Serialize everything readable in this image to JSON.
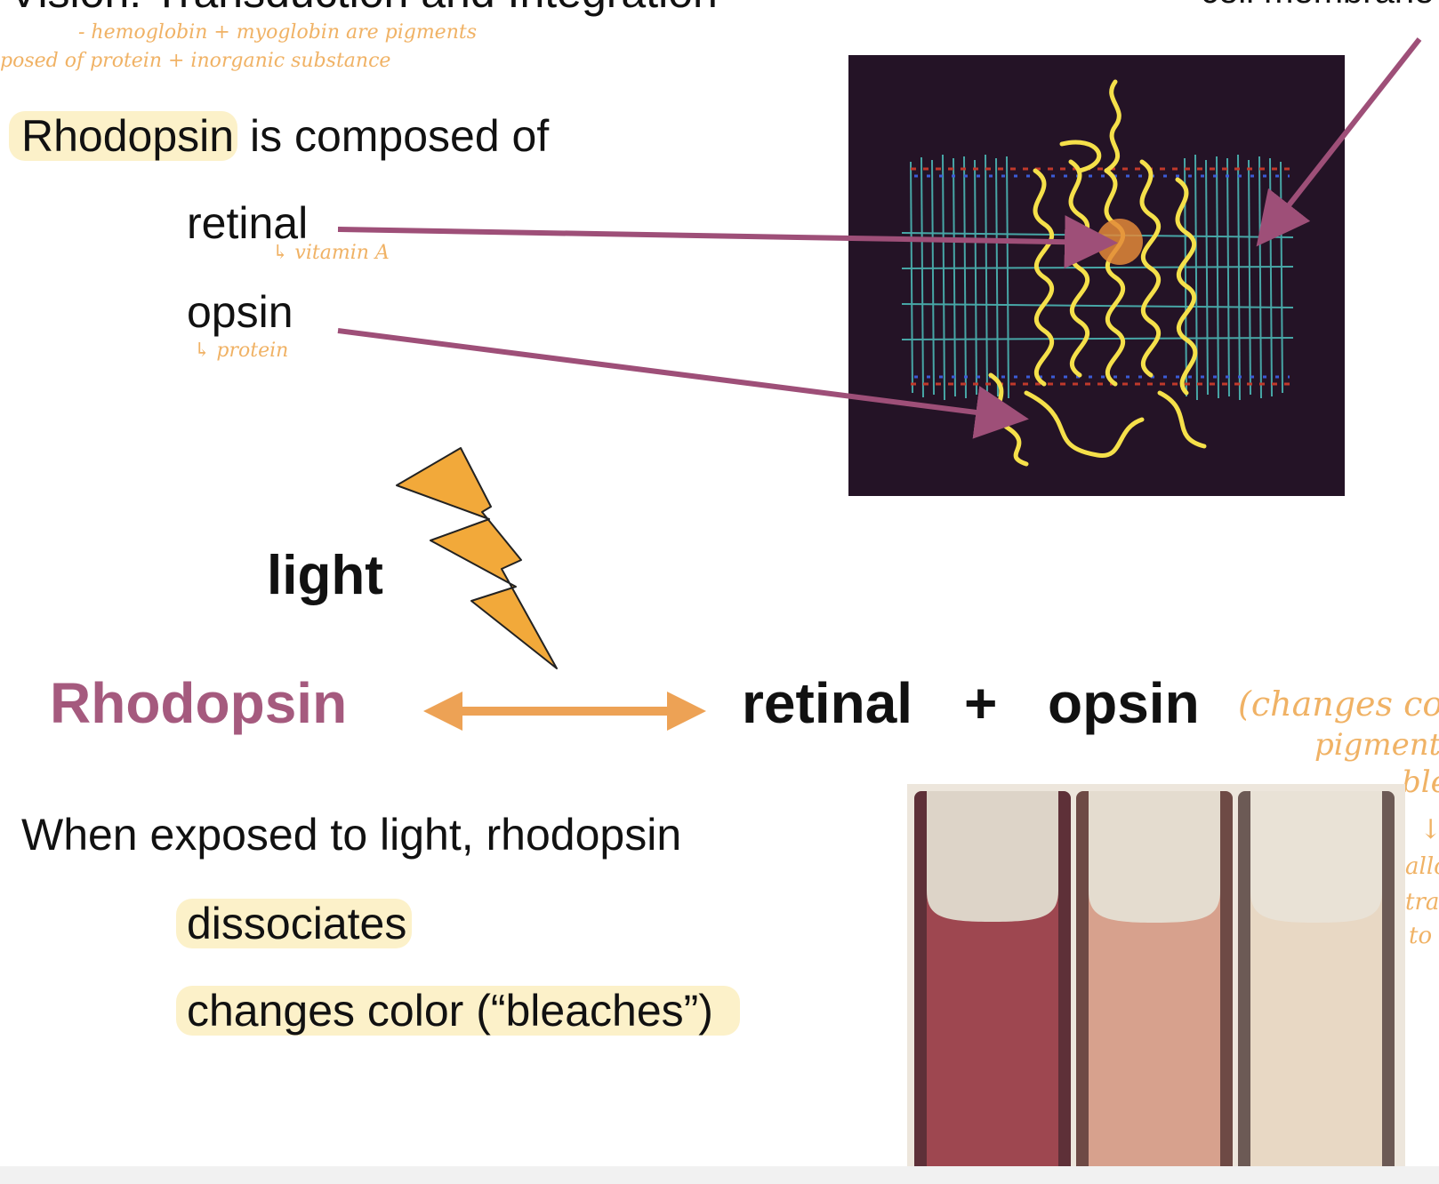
{
  "slide": {
    "title_partial": "Vision: Transduction and Integration",
    "cell_membrane_label_partial": "cell membrane",
    "intro_highlight": "Rhodopsin",
    "intro_rest": " is composed of",
    "retinal": "retinal",
    "opsin": "opsin",
    "light": "light",
    "rhodopsin_big": "Rhodopsin",
    "retinal_big": "retinal",
    "plus": "+",
    "opsin_big": "opsin",
    "when_exposed": "When exposed to light, rhodopsin",
    "dissociates": "dissociates",
    "changes_color": "changes color (“bleaches”)"
  },
  "handwritten": {
    "note_line1": "- hemoglobin + myoglobin are pigments",
    "note_line2": "posed of protein + inorganic substance",
    "retinal_note": "↳ vitamin A",
    "opsin_note": "↳ protein",
    "right_note_line1": "(changes colo",
    "right_note_line2": "pigment",
    "right_note_line3": "ble",
    "right_note_line4": "↓",
    "right_note_line5": "allo",
    "right_note_line6": "tran",
    "right_note_line7": "to"
  },
  "colors": {
    "rhodopsin_text": "#a55a7e",
    "arrow_purple": "#9e4f78",
    "orange_arrow": "#eda255",
    "lightning": "#f2a93a",
    "highlight": "#fcf1c9",
    "handwriting": "#f0b265"
  },
  "icons": {
    "lightning": "lightning-bolt-icon",
    "double_arrow": "double-arrow-icon"
  }
}
